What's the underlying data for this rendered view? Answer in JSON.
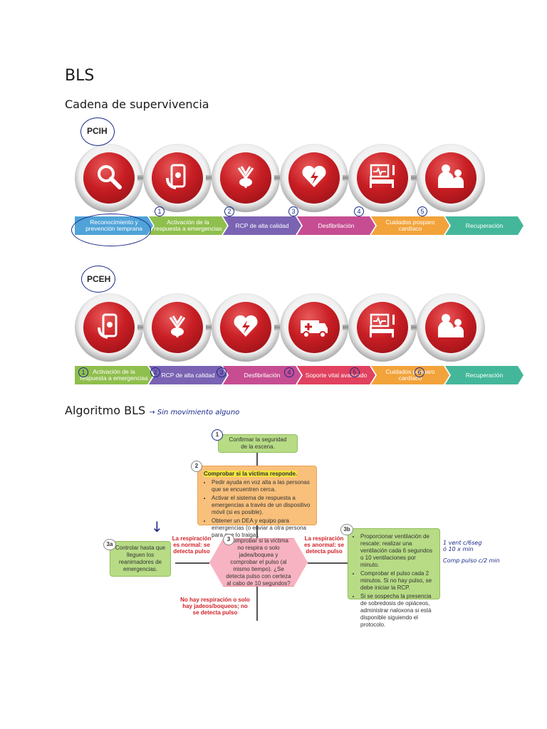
{
  "title": "BLS",
  "chain_heading": "Cadena de supervivencia",
  "pcih": {
    "tag": "PCIH",
    "icons": [
      "search-icon",
      "phone-icon",
      "hands-cpr-icon",
      "heart-defib-icon",
      "monitor-bed-icon",
      "family-icon"
    ],
    "segments": [
      {
        "text": "Reconocimiento y prevención temprana",
        "color": "#4fa3d8"
      },
      {
        "text": "Activación de la respuesta a emergencias",
        "color": "#8fbf4d"
      },
      {
        "text": "RCP de alta calidad",
        "color": "#7a63b3"
      },
      {
        "text": "Desfibrilación",
        "color": "#c74d92"
      },
      {
        "text": "Cuidados posparo cardíaco",
        "color": "#f2a33a"
      },
      {
        "text": "Recuperación",
        "color": "#44b79a"
      }
    ],
    "numbers": [
      "1",
      "2",
      "3",
      "4",
      "5"
    ]
  },
  "pceh": {
    "tag": "PCEH",
    "icons": [
      "phone-icon",
      "hands-cpr-icon",
      "heart-defib-icon",
      "ambulance-icon",
      "monitor-bed-icon",
      "family-icon"
    ],
    "segments": [
      {
        "text": "Activación de la respuesta a emergencias",
        "color": "#8fbf4d"
      },
      {
        "text": "RCP de alta calidad",
        "color": "#7a63b3"
      },
      {
        "text": "Desfibrilación",
        "color": "#c74d92"
      },
      {
        "text": "Soporte vital avanzado",
        "color": "#e0425f"
      },
      {
        "text": "Cuidados posparo cardíaco",
        "color": "#f2a33a"
      },
      {
        "text": "Recuperación",
        "color": "#44b79a"
      }
    ],
    "numbers": [
      "1",
      "2",
      "3",
      "4",
      "5",
      "6"
    ]
  },
  "algo_heading": "Algoritmo BLS",
  "algo_note": "Sin movimiento alguno",
  "algorithm": {
    "step1": {
      "num": "1",
      "text": "Confirmar la seguridad de la escena."
    },
    "step2": {
      "num": "2",
      "title": "Comprobar si la víctima responde.",
      "items": [
        "Pedir ayuda en voz alta a las personas que se encuentren cerca.",
        "Activar el sistema de respuesta a emergencias a través de un dispositivo móvil (si es posible).",
        "Obtener un DEA y equipo para emergencias (o enviar a otra persona para que lo traiga)."
      ]
    },
    "step3": {
      "num": "3",
      "text": "Comprobar si la víctima no respira o solo jadea/boquea y comprobar el pulso (al mismo tiempo). ¿Se detecta pulso con certeza al cabo de 10 segundos?"
    },
    "step3a": {
      "num": "3a",
      "text": "Controlar hasta que lleguen los reanimadores de emergencias."
    },
    "step3b": {
      "num": "3b",
      "items": [
        "Proporcionar ventilación de rescate: realizar una ventilación cada 6 segundos o 10 ventilaciones por minuto.",
        "Comprobar el pulso cada 2 minutos. Si no hay pulso, se debe iniciar la RCP.",
        "Si se sospecha la presencia de sobredosis de opiáceos, administrar naloxona si está disponible siguiendo el protocolo."
      ]
    },
    "left_label": "La respiración es normal: se detecta pulso",
    "right_label": "La respiración es anormal: se detecta pulso",
    "bottom_label": "No hay respiración o solo hay jadeos/boqueos; no se detecta pulso",
    "hand_note1": "1 vent c/6seg ó 10 x min",
    "hand_note2": "Comp pulso c/2 min"
  }
}
